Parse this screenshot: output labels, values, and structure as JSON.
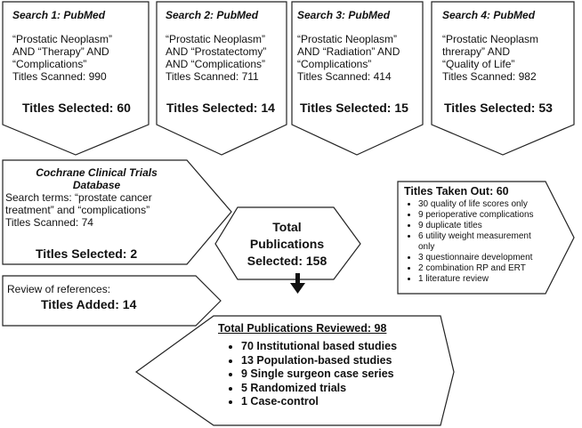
{
  "search1": {
    "heading": "Search 1: PubMed",
    "lines": [
      "“Prostatic Neoplasm”",
      "AND “Therapy” AND",
      "“Complications”",
      "Titles Scanned: 990"
    ],
    "selected": "Titles Selected: 60"
  },
  "search2": {
    "heading": "Search 2: PubMed",
    "lines": [
      "“Prostatic Neoplasm”",
      "AND “Prostatectomy”",
      "AND “Complications”",
      "Titles Scanned: 711"
    ],
    "selected": "Titles Selected: 14"
  },
  "search3": {
    "heading": "Search 3: PubMed",
    "lines": [
      "“Prostatic Neoplasm”",
      "AND “Radiation” AND",
      "“Complications”",
      "Titles Scanned: 414"
    ],
    "selected": "Titles Selected: 15"
  },
  "search4": {
    "heading": "Search 4: PubMed",
    "lines": [
      "“Prostatic Neoplasm",
      "threrapy” AND",
      "“Quality of Life”",
      "Titles Scanned: 982"
    ],
    "selected": "Titles Selected: 53"
  },
  "cochrane": {
    "heading1": "Cochrane Clinical Trials",
    "heading2": "Database",
    "lines": [
      "Search terms: “prostate cancer",
      "treatment” and “complications”",
      "Titles Scanned: 74"
    ],
    "selected": "Titles Selected: 2"
  },
  "review": {
    "line": "Review of references:",
    "added": "Titles Added: 14"
  },
  "total": {
    "lines": [
      "Total",
      "Publications",
      "Selected: 158"
    ]
  },
  "taken_out": {
    "title": "Titles Taken Out: 60",
    "items": [
      "30 quality of life scores only",
      "9 perioperative complications",
      "9 duplicate titles",
      "6 utility weight measurement only",
      "3 questionnaire development",
      "2 combination RP and ERT",
      "1 literature review"
    ]
  },
  "reviewed": {
    "title": "Total Publications Reviewed: 98",
    "items": [
      "70 Institutional based studies",
      "13 Population-based studies",
      "9 Single surgeon case series",
      "5 Randomized trials",
      "1 Case-control"
    ]
  }
}
